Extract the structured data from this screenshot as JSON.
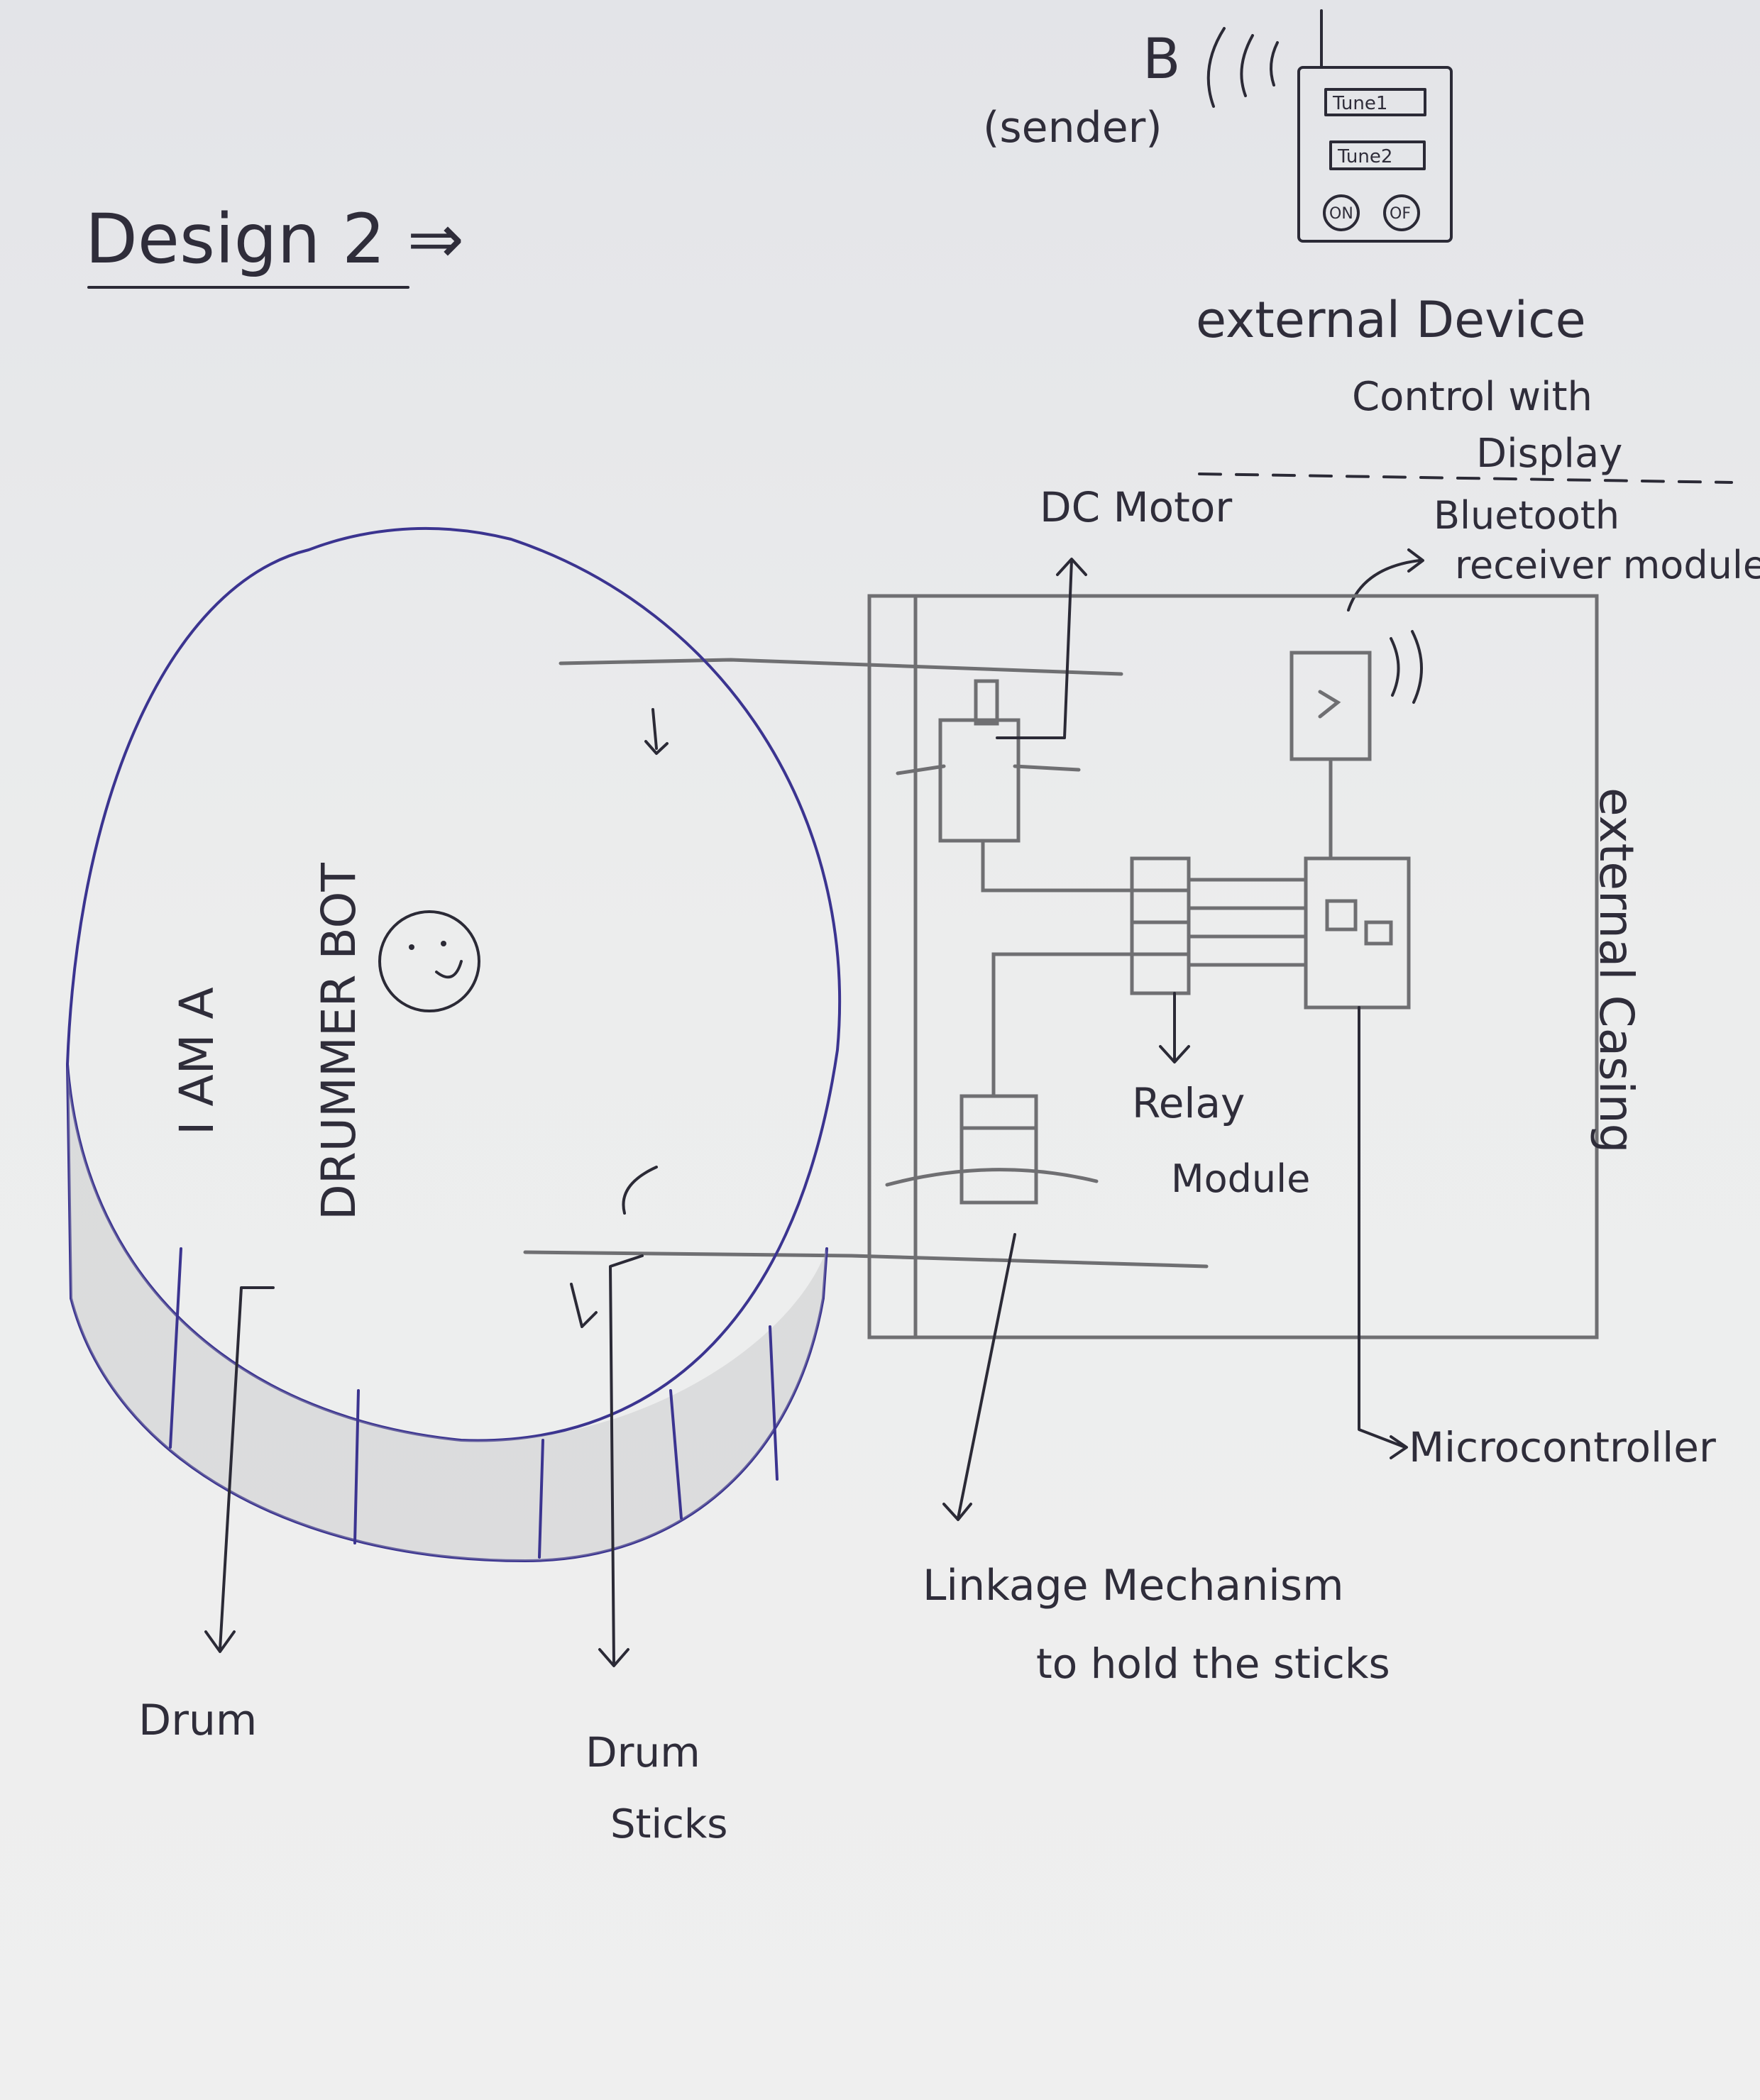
{
  "title": "Design 2 ⇒",
  "sender": {
    "letter": "B",
    "label": "(sender)"
  },
  "remote": {
    "buttons": [
      "Tune1",
      "Tune2"
    ],
    "switches": [
      "ON",
      "OF"
    ]
  },
  "labels": {
    "external_device_line1": "external Device",
    "external_device_line2": "Control with",
    "external_device_line3": "Display",
    "dc_motor": "DC Motor",
    "bluetooth_line1": "Bluetooth",
    "bluetooth_line2": "receiver module",
    "external_casing": "external Casing",
    "relay_line1": "Relay",
    "relay_line2": "Module",
    "microcontroller": "Microcontroller",
    "linkage_line1": "Linkage Mechanism",
    "linkage_line2": "to hold the sticks",
    "drum": "Drum",
    "drum_sticks_line1": "Drum",
    "drum_sticks_line2": "Sticks"
  },
  "drum_face": {
    "line1": "I AM A",
    "line2": "DRUMMER BOT"
  },
  "colors": {
    "ink": "#2b2a36",
    "pen": "#3b3490",
    "pencil": "#6f6f72",
    "paper": "#eceded"
  }
}
